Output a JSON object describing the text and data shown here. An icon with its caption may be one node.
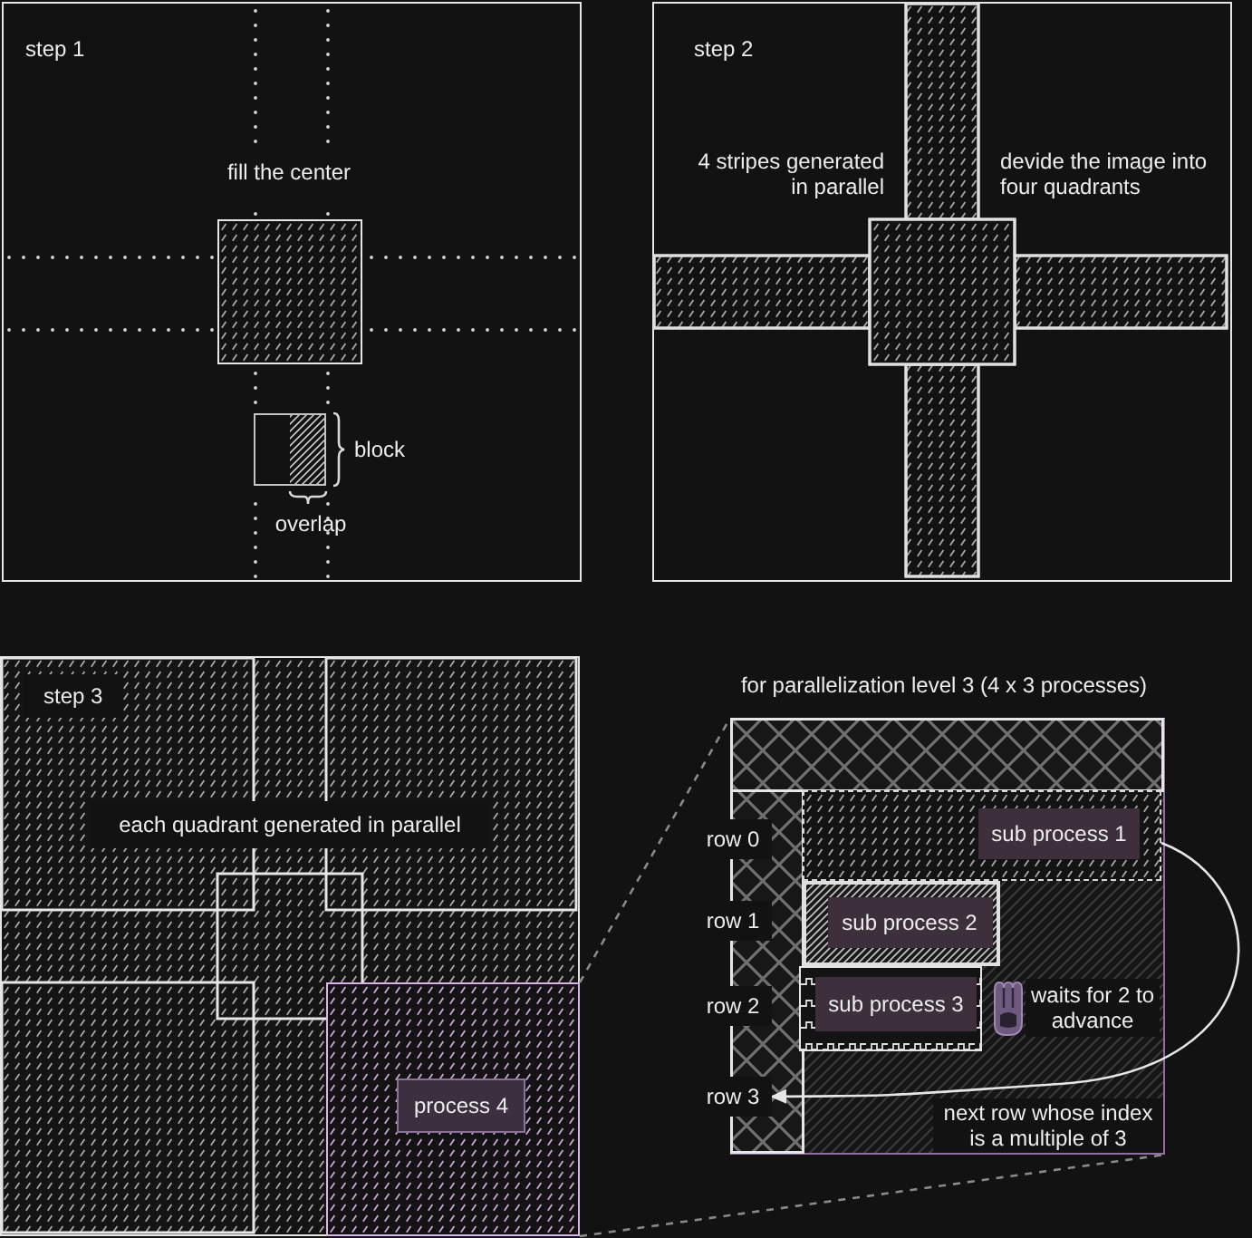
{
  "diagram": {
    "nodes": [
      {
        "text": [
          "step 1"
        ]
      },
      {
        "text": [
          "fill the center"
        ],
        "in": 0
      },
      {
        "text": [],
        "shape": "box",
        "in": 0,
        "beside": [
          "block",
          "overlap"
        ]
      },
      {
        "text": [
          "step 2"
        ]
      },
      {
        "text": [
          "step 3"
        ]
      },
      {
        "text": [],
        "shape": "box",
        "in": 4
      },
      {
        "text": [
          "process 4"
        ],
        "in": 5
      },
      {
        "text": [
          "for parallelization level 3 (4 x 3 processes)"
        ]
      },
      {
        "text": [
          "row 0"
        ]
      },
      {
        "text": [],
        "shape": "box",
        "in": 7
      },
      {
        "text": [
          "sub process 1"
        ],
        "in": 9
      },
      {
        "text": [
          "row 1"
        ]
      },
      {
        "text": [],
        "shape": "box",
        "in": 7
      },
      {
        "text": [
          "sub process 2"
        ],
        "in": 12
      },
      {
        "text": [
          "row 2"
        ]
      },
      {
        "text": [],
        "shape": "box",
        "in": 7
      },
      {
        "text": [
          "sub process 3"
        ],
        "in": 15
      },
      {
        "text": [
          "row 3"
        ]
      }
    ],
    "edges": [
      {
        "from": 5,
        "to": 7,
        "arrow": "none",
        "style": "dashed"
      },
      {
        "from": 5,
        "to": 7,
        "arrow": "none",
        "style": "dashed"
      },
      {
        "from": 9,
        "to": 17,
        "arrow": "to",
        "label": "next row whose index is a multiple of 3",
        "color": "#e6e6e6"
      }
    ],
    "labels": [
      "4 stripes generated in parallel",
      "devide the image into four quadrants",
      "each quadrant generated in parallel",
      "waits for 2 to advance"
    ]
  }
}
